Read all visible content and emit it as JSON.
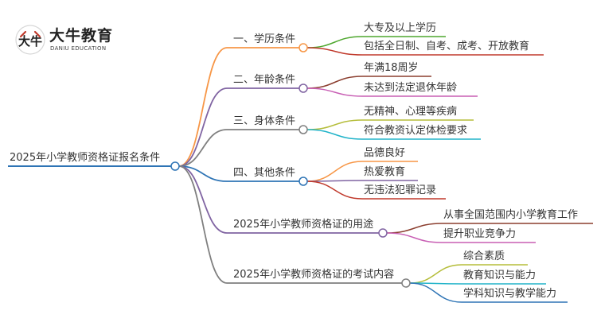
{
  "brand": {
    "name_cn": "大牛教育",
    "name_en": "DANIU EDUCATION",
    "mark_text": "大牛",
    "mark_icon": "cow-head-logo"
  },
  "colors": {
    "root_underline": "#2e74b5",
    "orange": "#f79646",
    "purple": "#8064a2",
    "gray": "#7f7f7f",
    "blue": "#2e74b5",
    "pink": "#c8449a",
    "green": "#4ea72e",
    "red": "#c0392b",
    "brown": "#8b3e2f",
    "magenta": "#c85fb4",
    "olive": "#b5bd3a",
    "cyan": "#20b3c9",
    "node_fill": "#ffffff"
  },
  "mindmap": {
    "root": "2025年小学教师资格证报名条件",
    "branches": [
      {
        "label": "一、学历条件",
        "children": [
          "大专及以上学历",
          "包括全日制、自考、成考、开放教育"
        ]
      },
      {
        "label": "二、年龄条件",
        "children": [
          "年满18周岁",
          "未达到法定退休年龄"
        ]
      },
      {
        "label": "三、身体条件",
        "children": [
          "无精神、心理等疾病",
          "符合教资认定体检要求"
        ]
      },
      {
        "label": "四、其他条件",
        "children": [
          "品德良好",
          "热爱教育",
          "无违法犯罪记录"
        ]
      },
      {
        "label": "2025年小学教师资格证的用途",
        "children": [
          "从事全国范围内小学教育工作",
          "提升职业竞争力"
        ]
      },
      {
        "label": "2025年小学教师资格证的考试内容",
        "children": [
          "综合素质",
          "教育知识与能力",
          "学科知识与教学能力"
        ]
      }
    ]
  }
}
